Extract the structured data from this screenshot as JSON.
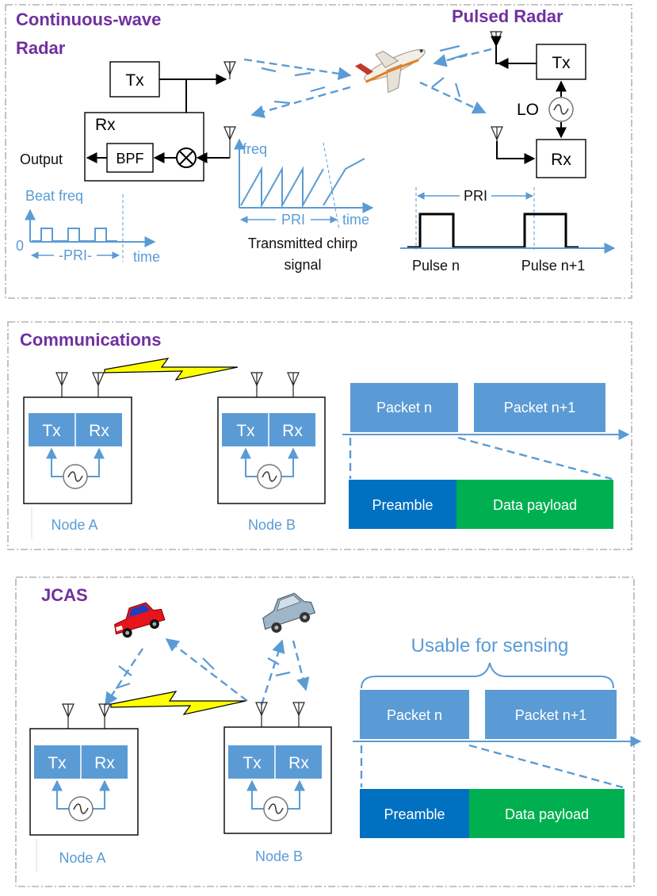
{
  "sections": {
    "radar": {
      "cw_title_line1": "Continuous-wave",
      "cw_title_line2": "Radar",
      "pulsed_title": "Pulsed Radar",
      "tx": "Tx",
      "rx": "Rx",
      "bpf": "BPF",
      "output": "Output",
      "beat_freq": "Beat freq",
      "zero": "0",
      "pri": "-PRI-",
      "time": "time",
      "freq": "freq",
      "chirp_pri": "PRI",
      "chirp_time": "time",
      "chirp_caption_line1": "Transmitted chirp",
      "chirp_caption_line2": "signal",
      "pulsed_tx": "Tx",
      "pulsed_rx": "Rx",
      "lo": "LO",
      "pulse_pri": "PRI",
      "pulse_n": "Pulse n",
      "pulse_n1": "Pulse n+1"
    },
    "comms": {
      "title": "Communications",
      "node_a": {
        "tx": "Tx",
        "rx": "Rx",
        "label": "Node A"
      },
      "node_b": {
        "tx": "Tx",
        "rx": "Rx",
        "label": "Node B"
      },
      "packet_n": "Packet n",
      "packet_n1": "Packet n+1",
      "preamble": "Preamble",
      "payload": "Data payload"
    },
    "jcas": {
      "title": "JCAS",
      "node_a": {
        "tx": "Tx",
        "rx": "Rx",
        "label": "Node A"
      },
      "node_b": {
        "tx": "Tx",
        "rx": "Rx",
        "label": "Node B"
      },
      "usable": "Usable for sensing",
      "packet_n": "Packet n",
      "packet_n1": "Packet n+1",
      "preamble": "Preamble",
      "payload": "Data payload"
    }
  },
  "colors": {
    "title": "#7030a0",
    "block_blue": "#5b9bd5",
    "preamble": "#0070c0",
    "payload": "#00b050",
    "lightning": "#ffff00"
  },
  "icons": [
    "antenna-icon",
    "airplane-icon",
    "red-car-icon",
    "grey-car-icon",
    "oscillator-icon",
    "mixer-icon",
    "lightning-icon"
  ]
}
